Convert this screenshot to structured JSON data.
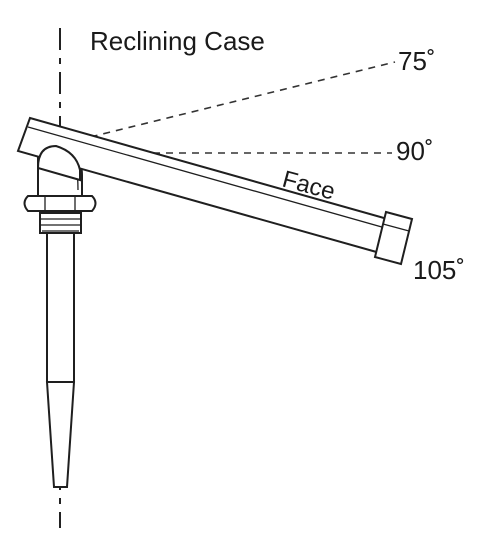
{
  "title": "Reclining Case",
  "labels": {
    "angle_75": "75˚",
    "angle_90": "90˚",
    "angle_105": "105˚",
    "face": "Face"
  }
}
